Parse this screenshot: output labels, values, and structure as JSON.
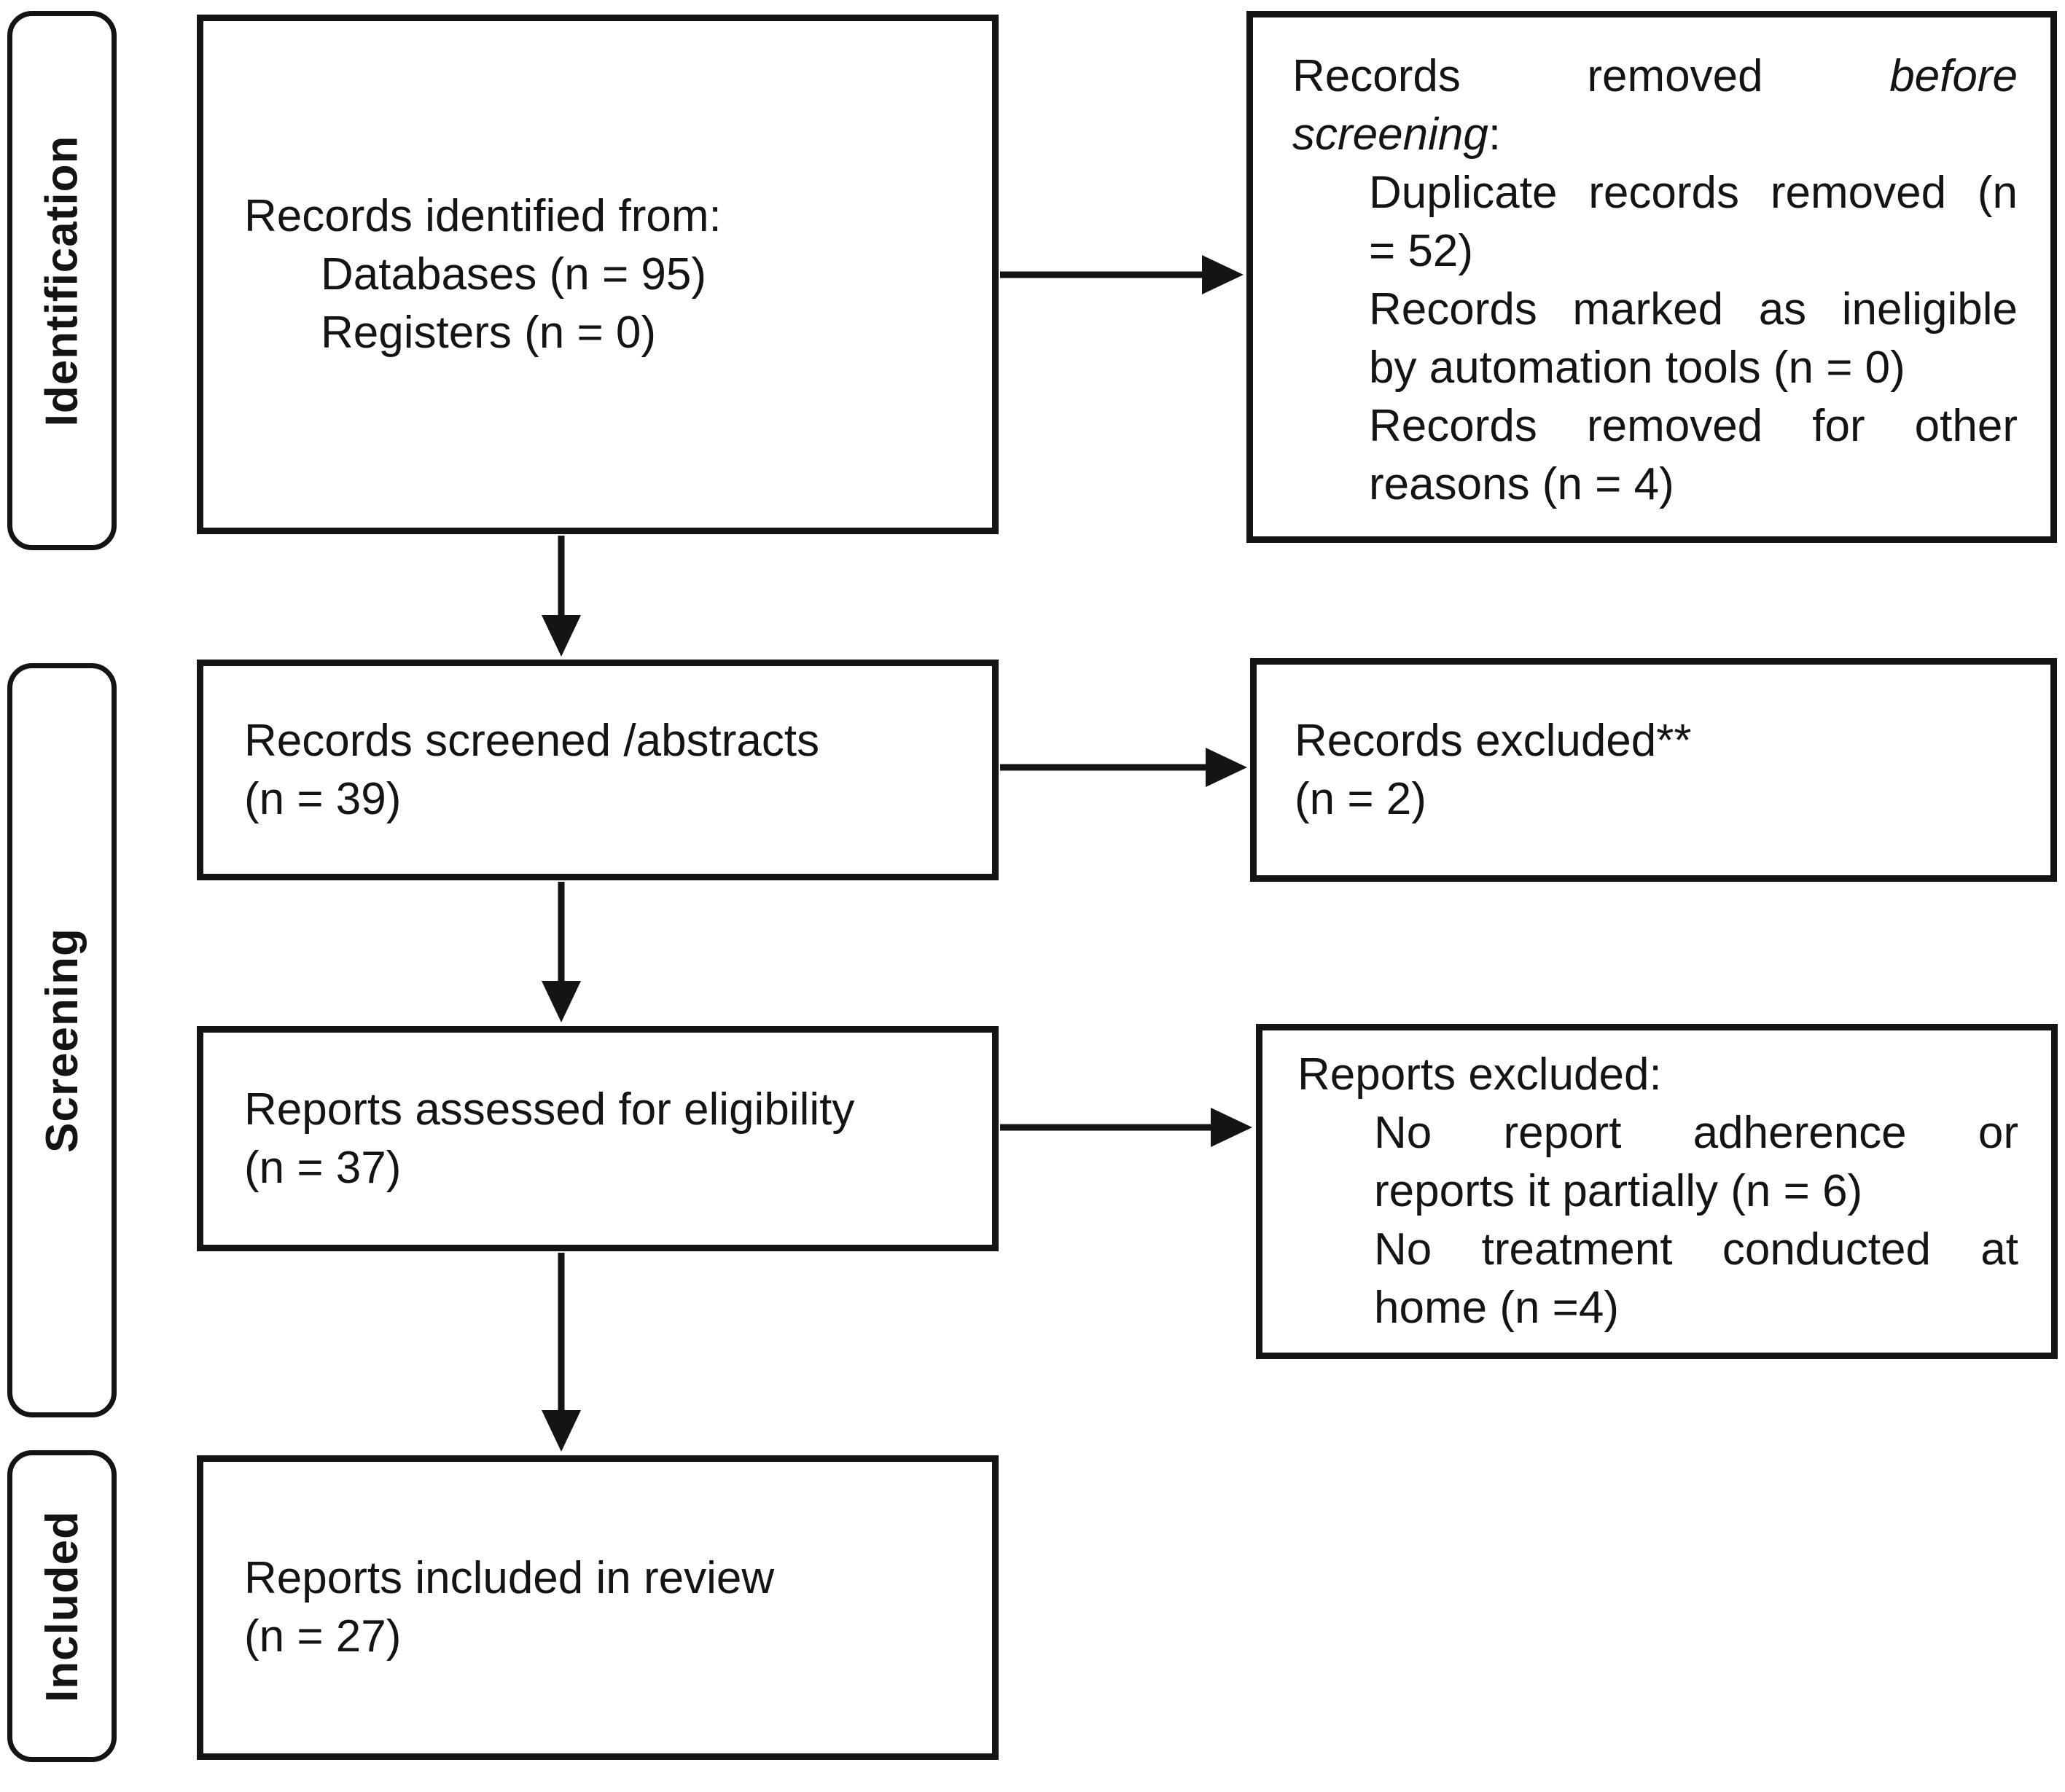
{
  "colors": {
    "ink": "#141414",
    "paper": "#ffffff"
  },
  "stages": {
    "identification": "Identification",
    "screening": "Screening",
    "included": "Included"
  },
  "boxes": {
    "identified": {
      "title": "Records identified from:",
      "items": [
        "Databases (n = 95)",
        "Registers (n = 0)"
      ]
    },
    "removed_before_screening": {
      "title_line1_regular": "Records removed",
      "title_line1_italic": "before",
      "title_line2_italic": "screening",
      "title_line2_suffix": ":",
      "item_lines": [
        "Duplicate records removed (n",
        "= 52)",
        "Records marked as ineligible",
        "by automation tools (n = 0)",
        "Records removed for other",
        "reasons (n = 4)"
      ]
    },
    "screened": {
      "line1": "Records screened /abstracts",
      "line2": "(n = 39)"
    },
    "records_excluded": {
      "line1": "Records excluded**",
      "line2": "(n = 2)"
    },
    "assessed": {
      "line1": "Reports assessed for eligibility",
      "line2": "(n = 37)"
    },
    "reports_excluded": {
      "title": "Reports excluded:",
      "item_lines": [
        "No report adherence or",
        "reports it partially (n = 6)",
        "No treatment conducted at",
        "home (n =4)"
      ]
    },
    "included_review": {
      "line1": "Reports included in review",
      "line2": "(n = 27)"
    }
  }
}
